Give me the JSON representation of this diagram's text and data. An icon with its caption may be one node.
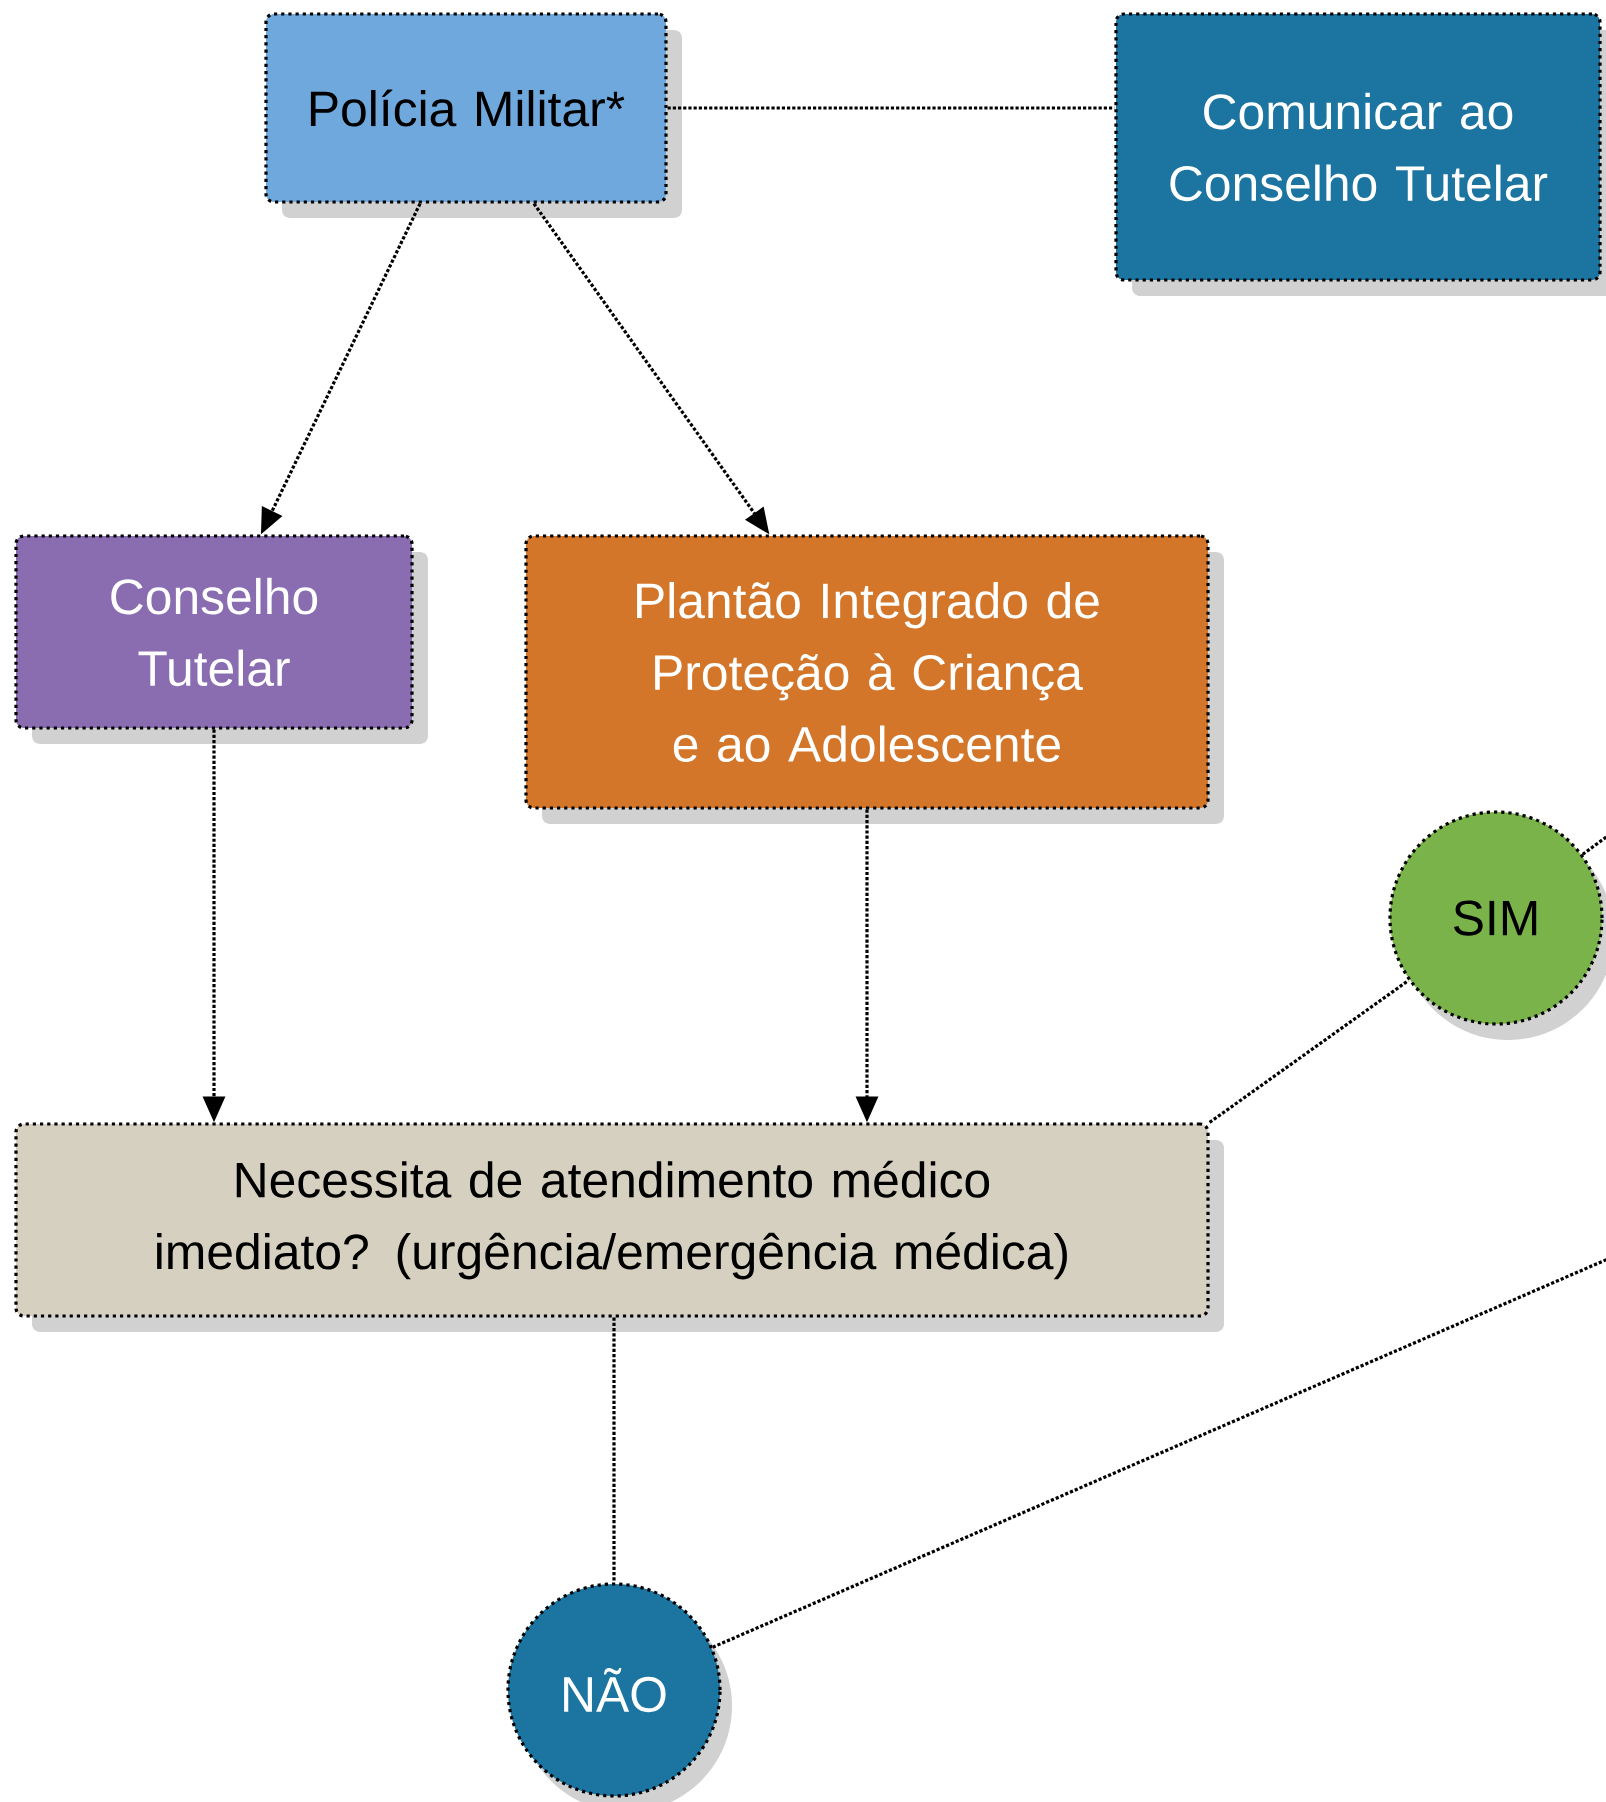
{
  "diagram": {
    "nodes": [
      {
        "text": [
          "Polícia Militar*"
        ]
      },
      {
        "text": [
          "Comunicar ao Conselho Tutelar"
        ]
      },
      {
        "text": [
          "Conselho Tutelar"
        ]
      },
      {
        "text": [
          "Plantão Integrado de Proteção à Criança e ao Adolescente"
        ]
      },
      {
        "text": [
          "SIM"
        ]
      },
      {
        "text": [
          "Necessita de atendimento médico imediato? (urgência/emergência médica)"
        ]
      },
      {
        "text": [
          "NÃO"
        ]
      }
    ],
    "edges": [
      {
        "from": 0,
        "to": 1,
        "arrow": "none"
      },
      {
        "from": 0,
        "to": 2,
        "arrow": "to"
      },
      {
        "from": 0,
        "to": 3,
        "arrow": "to"
      },
      {
        "from": 2,
        "to": 5,
        "arrow": "to"
      },
      {
        "from": 3,
        "to": 5,
        "arrow": "to"
      },
      {
        "from": 5,
        "to": 4,
        "arrow": "none"
      },
      {
        "from": 5,
        "to": 6,
        "arrow": "none"
      },
      {
        "from": 4,
        "to": null,
        "arrow": "none"
      },
      {
        "from": 6,
        "to": null,
        "arrow": "none"
      }
    ]
  }
}
